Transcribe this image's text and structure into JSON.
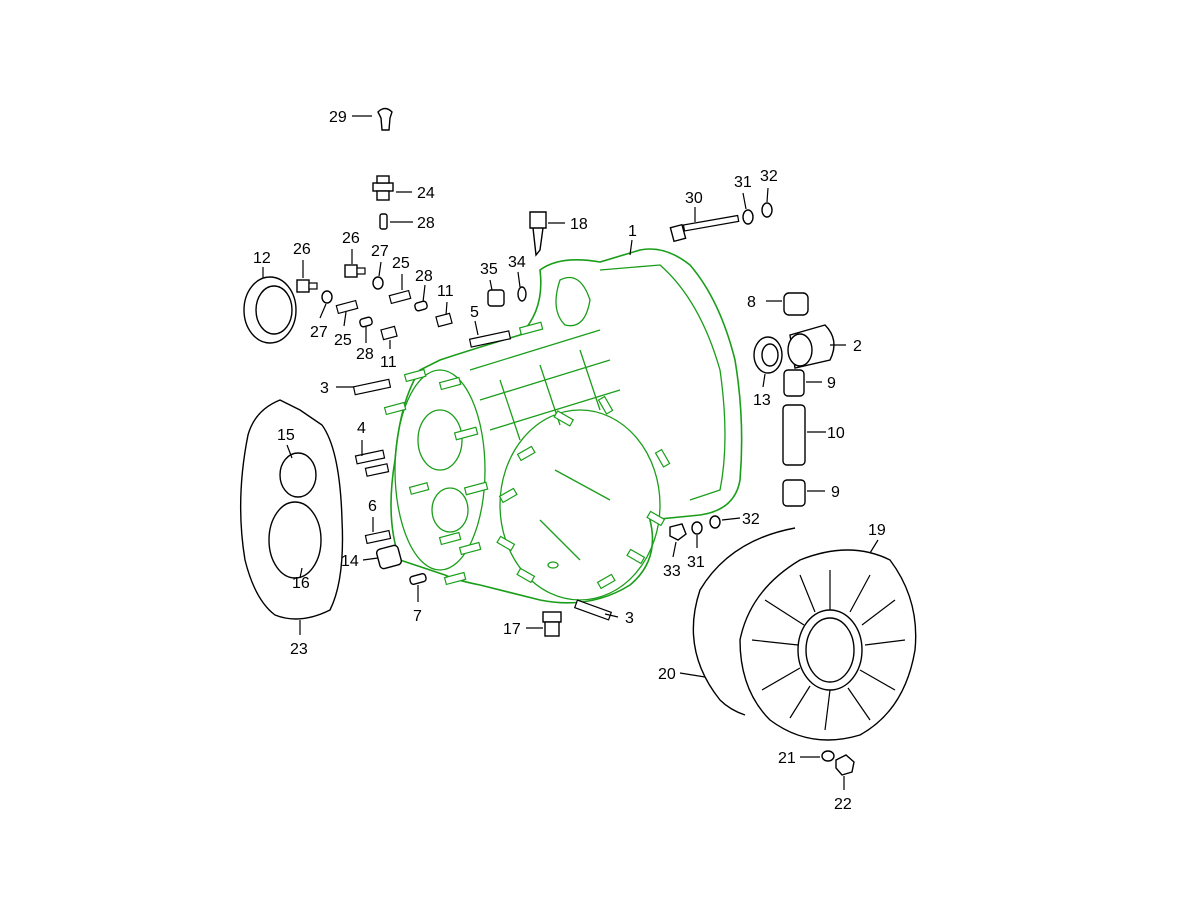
{
  "diagram": {
    "callouts": {
      "c29": "29",
      "c24": "24",
      "c28a": "28",
      "c18": "18",
      "c1": "1",
      "c30": "30",
      "c31a": "31",
      "c32a": "32",
      "c12": "12",
      "c26a": "26",
      "c26b": "26",
      "c27a": "27",
      "c25a": "25",
      "c28b": "28",
      "c11a": "11",
      "c35": "35",
      "c34": "34",
      "c5": "5",
      "c8": "8",
      "c2": "2",
      "c27b": "27",
      "c25b": "25",
      "c28c": "28",
      "c11b": "11",
      "c3a": "3",
      "c13": "13",
      "c9a": "9",
      "c10": "10",
      "c9b": "9",
      "c4": "4",
      "c15": "15",
      "c6": "6",
      "c32b": "32",
      "c19": "19",
      "c14": "14",
      "c16": "16",
      "c33": "33",
      "c31b": "31",
      "c7": "7",
      "c3b": "3",
      "c17": "17",
      "c23": "23",
      "c20": "20",
      "c21": "21",
      "c22": "22"
    },
    "colors": {
      "housing": "#1a9e1a",
      "line": "#000000"
    }
  }
}
